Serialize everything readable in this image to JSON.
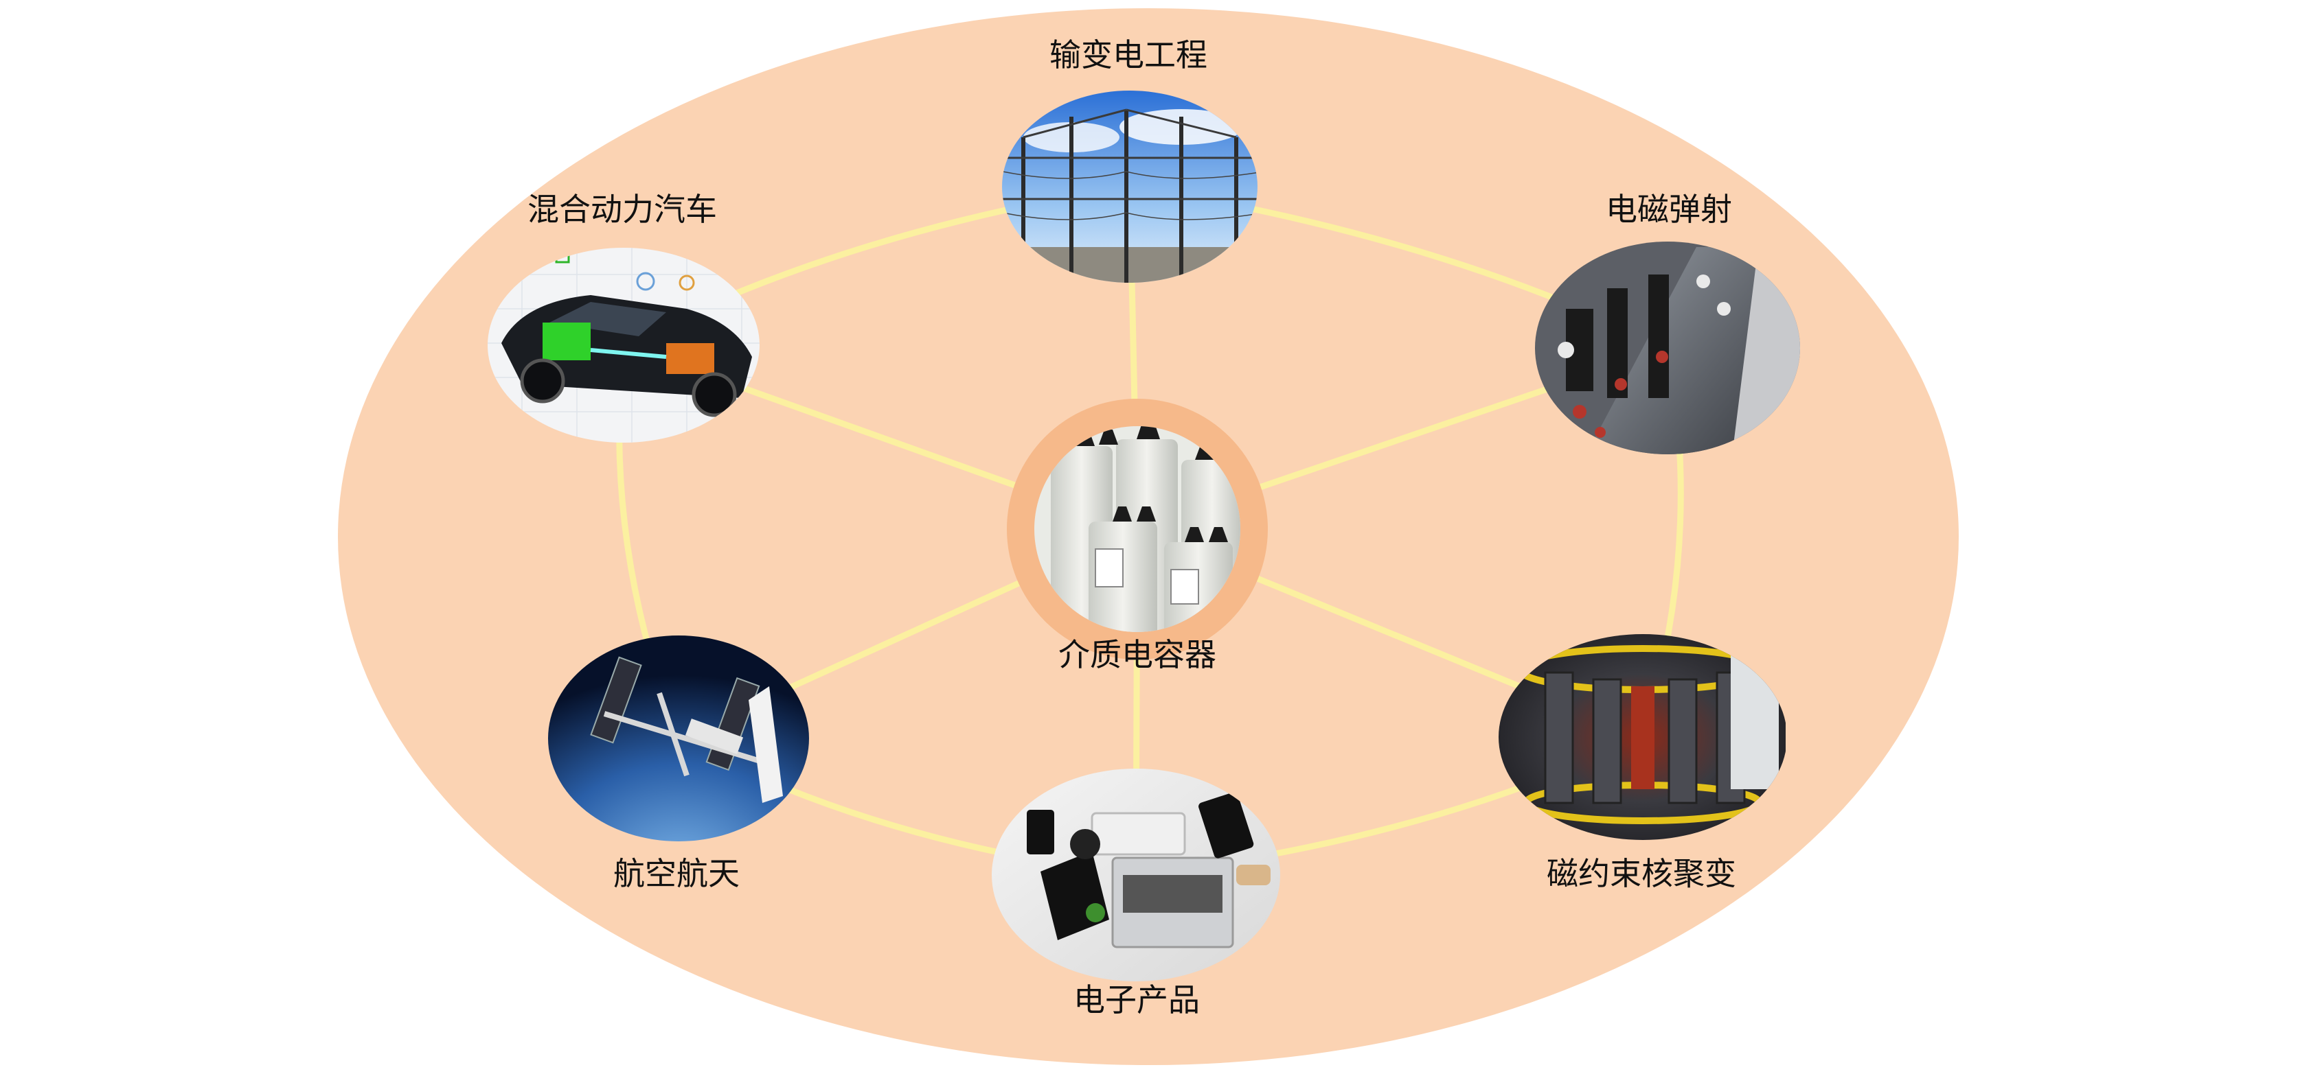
{
  "diagram": {
    "center": {
      "label": "介质电容器",
      "icon": "capacitor-photo"
    },
    "applications": [
      {
        "key": "power-transmission",
        "label": "输变电工程",
        "icon": "substation-photo"
      },
      {
        "key": "electromagnetic-launch",
        "label": "电磁弹射",
        "icon": "rail-launcher-photo"
      },
      {
        "key": "fusion",
        "label": "磁约束核聚变",
        "icon": "tokamak-photo"
      },
      {
        "key": "electronics",
        "label": "电子产品",
        "icon": "laptop-tablet-photo"
      },
      {
        "key": "aerospace",
        "label": "航空航天",
        "icon": "space-station-photo"
      },
      {
        "key": "hybrid-vehicle",
        "label": "混合动力汽车",
        "icon": "hybrid-car-photo"
      }
    ],
    "colors": {
      "background_ellipse": "#fbd3b3",
      "center_ring": "#f6b98a",
      "connector": "#fbf0a0"
    }
  }
}
